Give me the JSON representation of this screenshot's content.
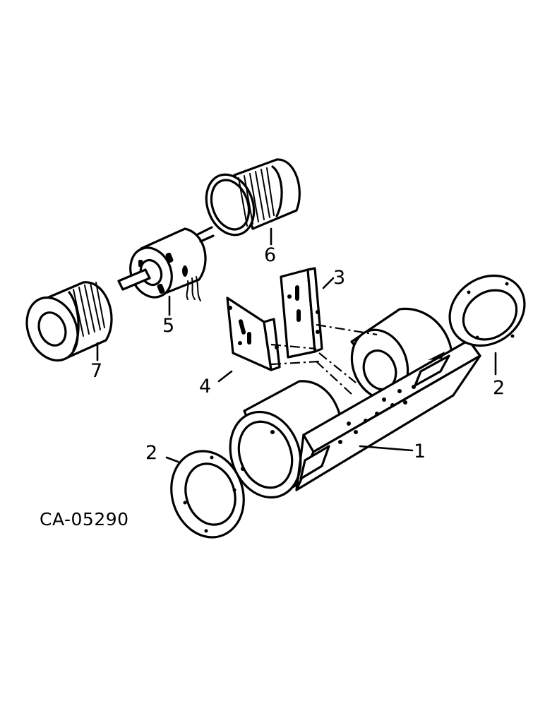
{
  "figure_id": "CA-05290",
  "callouts": {
    "housing": "1",
    "ring_right": "2",
    "ring_left": "2",
    "bracket_right": "3",
    "bracket_left": "4",
    "motor": "5",
    "wheel_right": "6",
    "wheel_left": "7"
  }
}
